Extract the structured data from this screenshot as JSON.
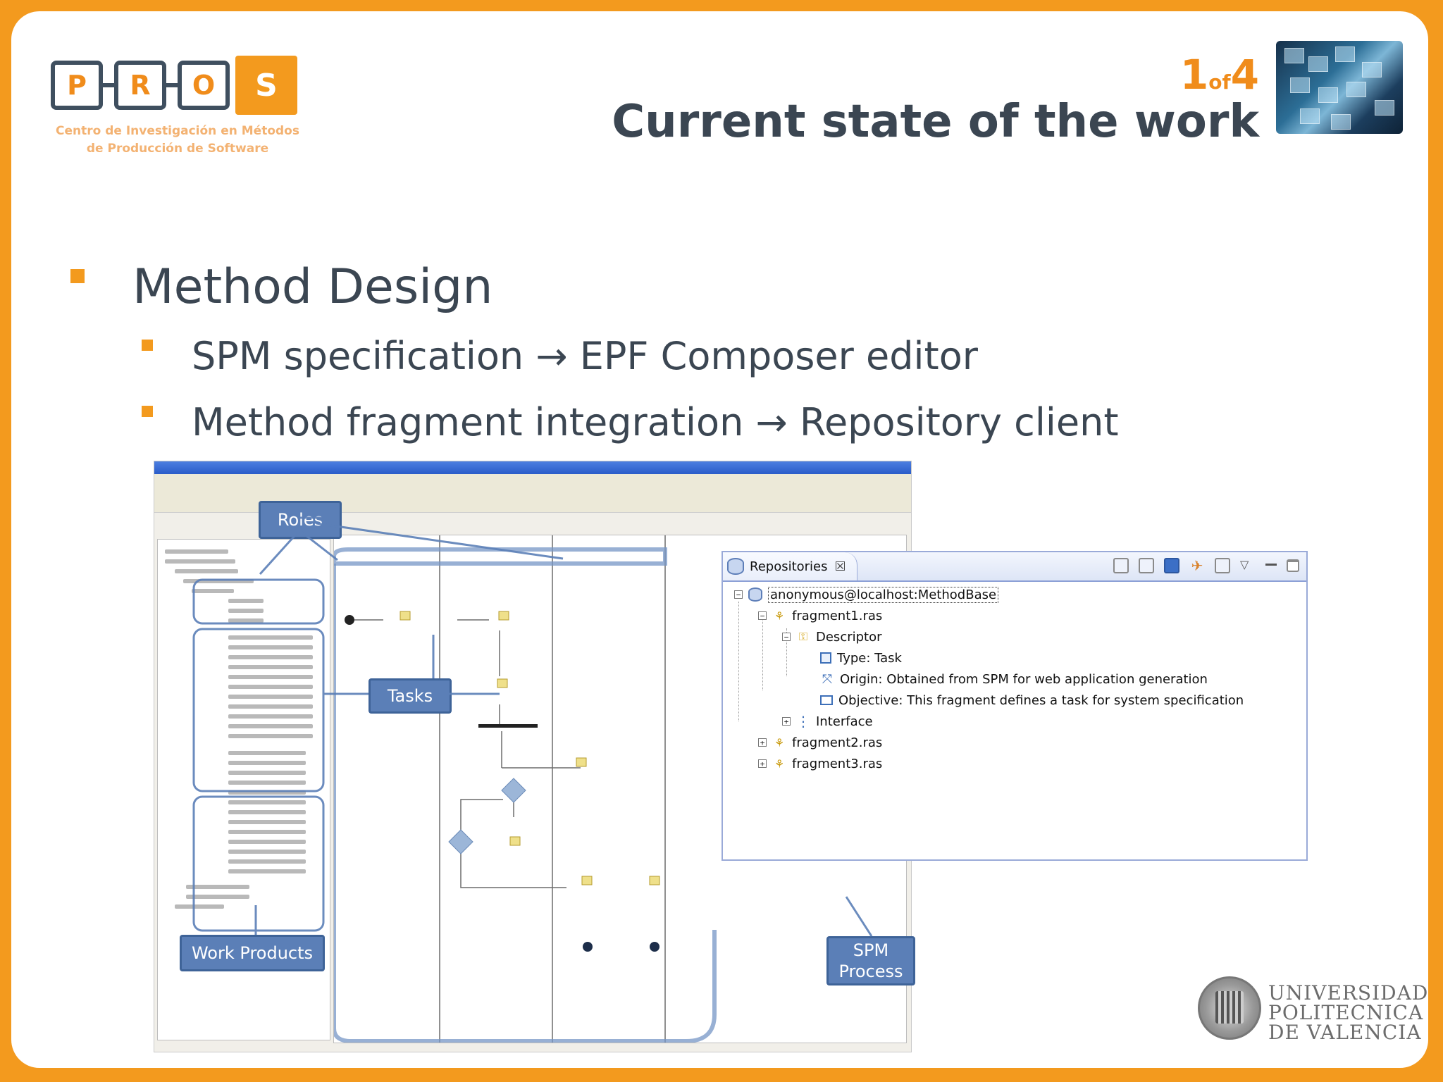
{
  "colors": {
    "frame": "#f39a1e",
    "accent": "#f08c1b",
    "title_text": "#3b4652",
    "label_box": "#5b7fb7"
  },
  "logo": {
    "letters": [
      "P",
      "R",
      "O",
      "S"
    ],
    "subtitle_line1": "Centro de Investigación en Métodos",
    "subtitle_line2": "de Producción de Software"
  },
  "header": {
    "counter_current": "1",
    "counter_of": "of",
    "counter_total": "4",
    "title": "Current state of the work"
  },
  "content": {
    "level1": "Method Design",
    "level2": [
      "SPM specification → EPF Composer editor",
      "Method fragment integration → Repository client"
    ]
  },
  "epf_screenshot": {
    "callouts": {
      "roles": "Roles",
      "tasks": "Tasks",
      "work_products": "Work Products",
      "spm_process_line1": "SPM",
      "spm_process_line2": "Process"
    }
  },
  "repositories": {
    "tab_label": "Repositories",
    "tab_close": "☒",
    "tree": {
      "root": "anonymous@localhost:MethodBase",
      "fragment1": "fragment1.ras",
      "descriptor": "Descriptor",
      "type": "Type: Task",
      "origin": "Origin: Obtained from SPM for web application generation",
      "objective": "Objective: This fragment defines a task for system specification",
      "interface": "Interface",
      "fragment2": "fragment2.ras",
      "fragment3": "fragment3.ras"
    },
    "icons": [
      "database-icon",
      "export-icon",
      "up-arrow-icon",
      "add-icon",
      "rocket-icon",
      "collapse-icon",
      "view-menu-icon",
      "minimize-icon",
      "maximize-icon"
    ]
  },
  "university": {
    "line1": "UNIVERSIDAD",
    "line2": "POLITECNICA",
    "line3": "DE VALENCIA"
  }
}
